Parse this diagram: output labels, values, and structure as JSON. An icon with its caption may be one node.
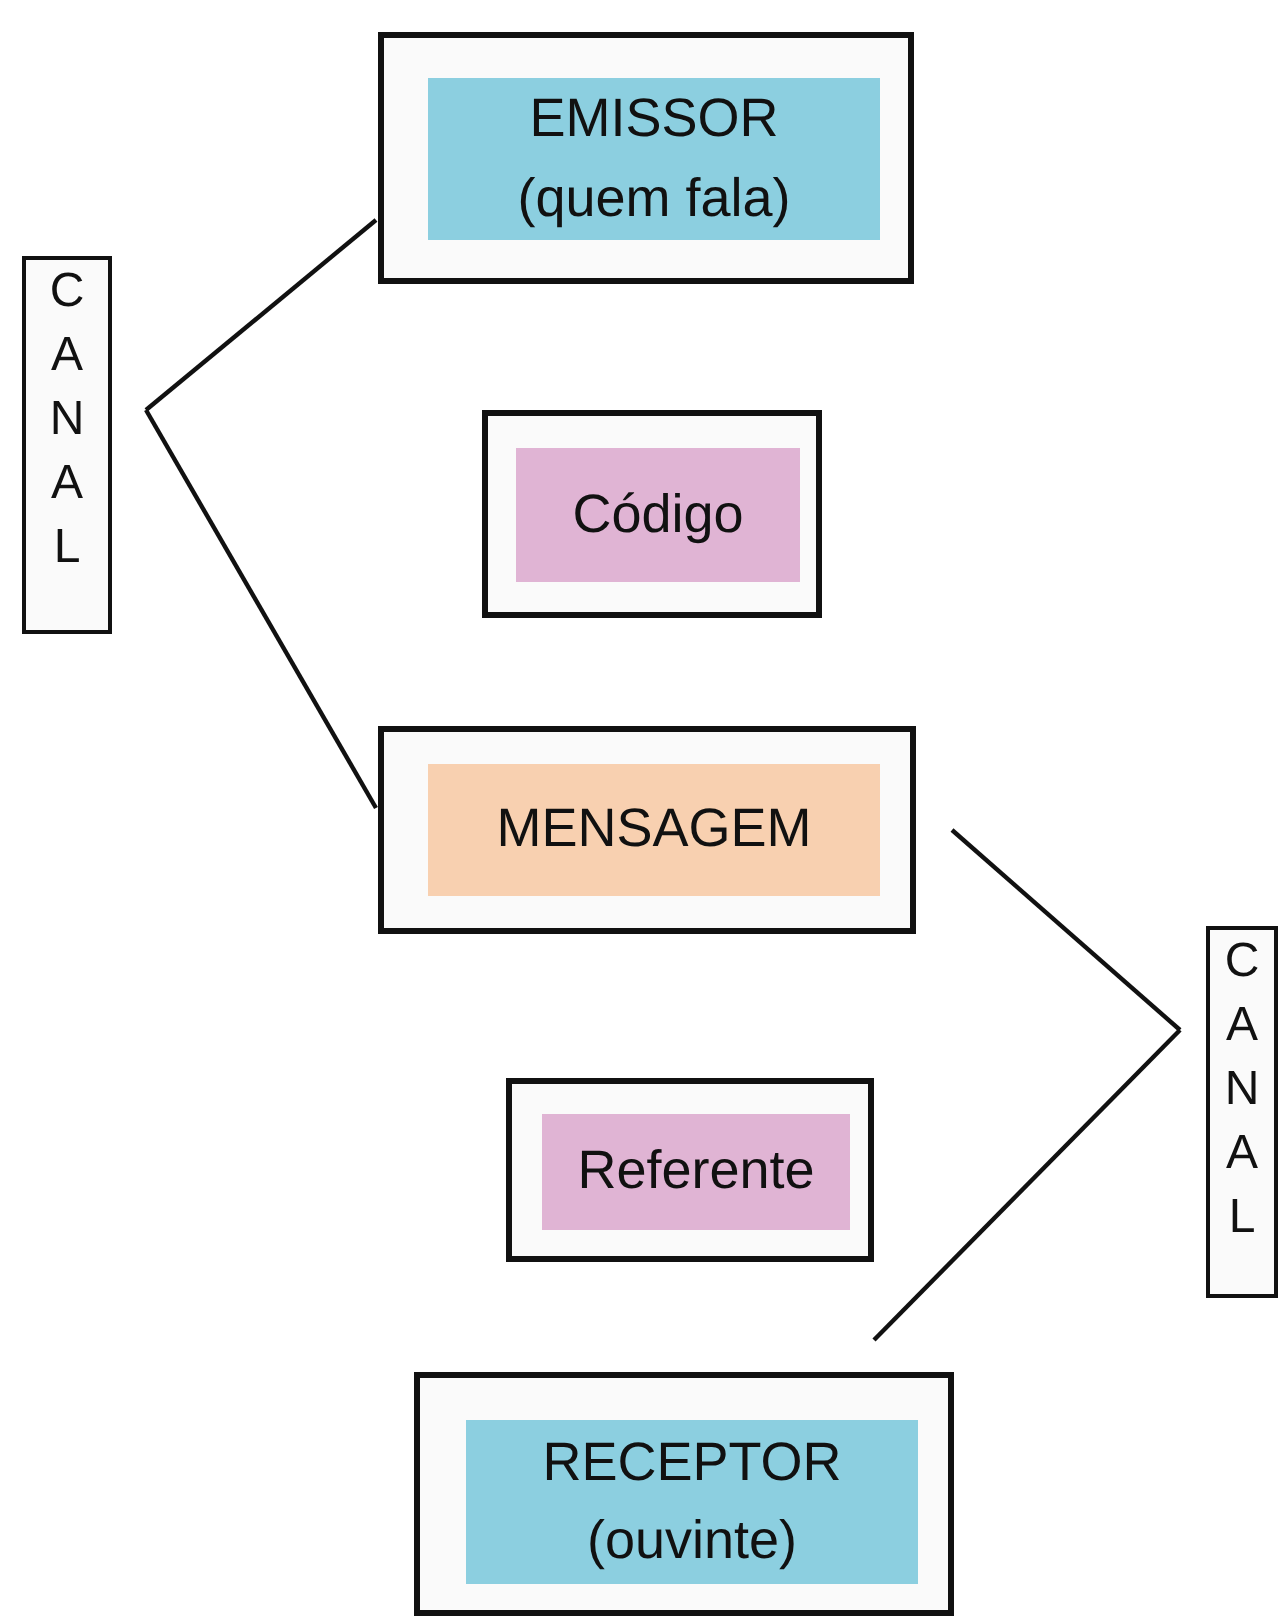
{
  "diagram": {
    "nodes": [
      {
        "text": [],
        "shape": "box"
      },
      {
        "text": [
          "EMISSOR (quem fala)"
        ],
        "in": 0
      },
      {
        "text": [],
        "shape": "box"
      },
      {
        "text": [
          "Código"
        ],
        "in": 2
      },
      {
        "text": [],
        "shape": "box"
      },
      {
        "text": [
          "MENSAGEM"
        ],
        "in": 4
      },
      {
        "text": [],
        "shape": "box"
      },
      {
        "text": [
          "Referente"
        ],
        "in": 6
      },
      {
        "text": [],
        "shape": "box"
      },
      {
        "text": [
          "RECEPTOR (ouvinte)"
        ],
        "in": 8
      },
      {
        "text": [
          "CANAL"
        ]
      },
      {
        "text": [
          "CANAL"
        ]
      }
    ],
    "edges": [
      {
        "from": 10,
        "to": 0,
        "arrow": "none"
      },
      {
        "from": 10,
        "to": 4,
        "arrow": "none"
      },
      {
        "from": 11,
        "to": 4,
        "arrow": "none"
      },
      {
        "from": 11,
        "to": 8,
        "arrow": "none"
      }
    ]
  }
}
